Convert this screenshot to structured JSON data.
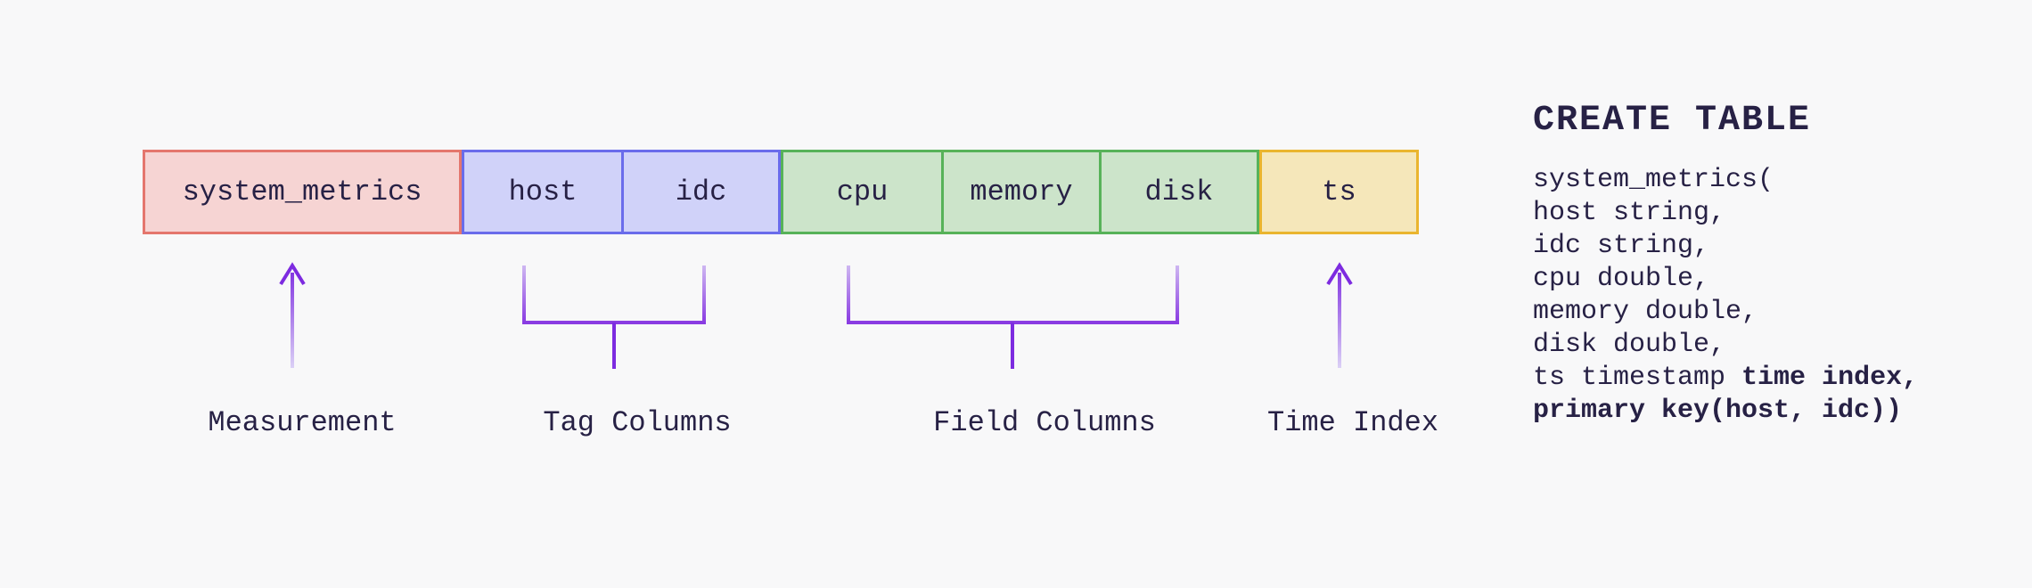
{
  "colors": {
    "background": "#f8f8f9",
    "ink": "#272145",
    "arrow_purple": "#7d2be0",
    "arrow_fade": "#dcd2f6",
    "bracket_purple": "#8a3ce2",
    "bracket_fade": "#d0baf2"
  },
  "row": {
    "groups": [
      {
        "name": "measurement",
        "fill": "#f6d4d3",
        "border": "#e4766d",
        "cells": [
          "system_metrics"
        ]
      },
      {
        "name": "tags",
        "fill": "#d0d2f9",
        "border": "#6a6ceb",
        "cells": [
          "host",
          "idc"
        ]
      },
      {
        "name": "fields",
        "fill": "#cce4ca",
        "border": "#57b259",
        "cells": [
          "cpu",
          "memory",
          "disk"
        ]
      },
      {
        "name": "time",
        "fill": "#f5e7ba",
        "border": "#eab52f",
        "cells": [
          "ts"
        ]
      }
    ]
  },
  "labels": {
    "measurement": "Measurement",
    "tags": "Tag Columns",
    "fields": "Field Columns",
    "time": "Time Index"
  },
  "sql": {
    "title": "CREATE TABLE",
    "lines": [
      {
        "code": "system_metrics(",
        "bold": ""
      },
      {
        "code": "host string,",
        "bold": ""
      },
      {
        "code": "idc string,",
        "bold": ""
      },
      {
        "code": "cpu double,",
        "bold": ""
      },
      {
        "code": "memory double,",
        "bold": ""
      },
      {
        "code": "disk double,",
        "bold": ""
      },
      {
        "code": "ts timestamp ",
        "bold": "time index,"
      },
      {
        "code": "",
        "bold": "primary key(host, idc))"
      }
    ]
  }
}
